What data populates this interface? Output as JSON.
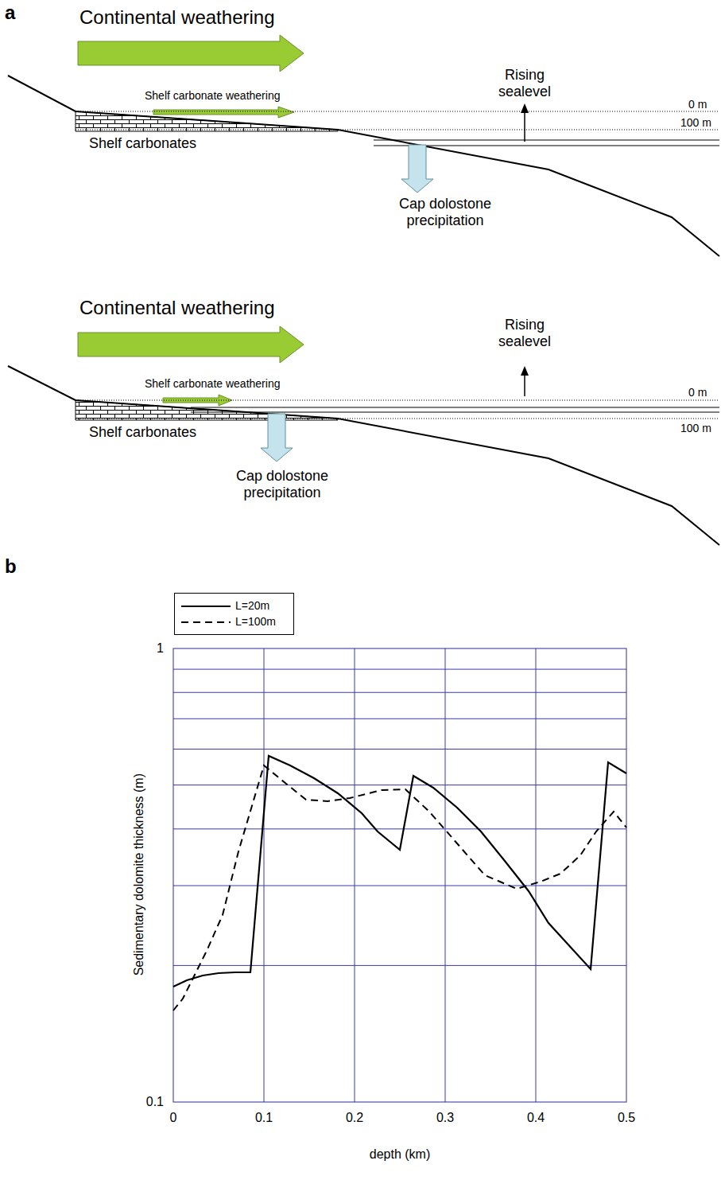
{
  "diagram": {
    "labels": [
      "a",
      "Continental weathering",
      "Shelf carbonate weathering",
      "Rising sealevel",
      "0 m",
      "100 m",
      "Shelf carbonates",
      "Cap dolostone precipitation",
      "Continental weathering",
      "Shelf carbonate weathering",
      "Rising sealevel",
      "0 m",
      "100 m",
      "Shelf carbonates",
      "Cap dolostone precipitation",
      "b",
      "Sedimentary dolomite thickness (m)",
      "1",
      "0.1",
      "0",
      "0.1",
      "0.2",
      "0.3",
      "0.4",
      "0.5",
      "depth (km)"
    ],
    "legend": [
      {
        "text": "L=20m"
      },
      {
        "text": "L=100m"
      }
    ]
  }
}
